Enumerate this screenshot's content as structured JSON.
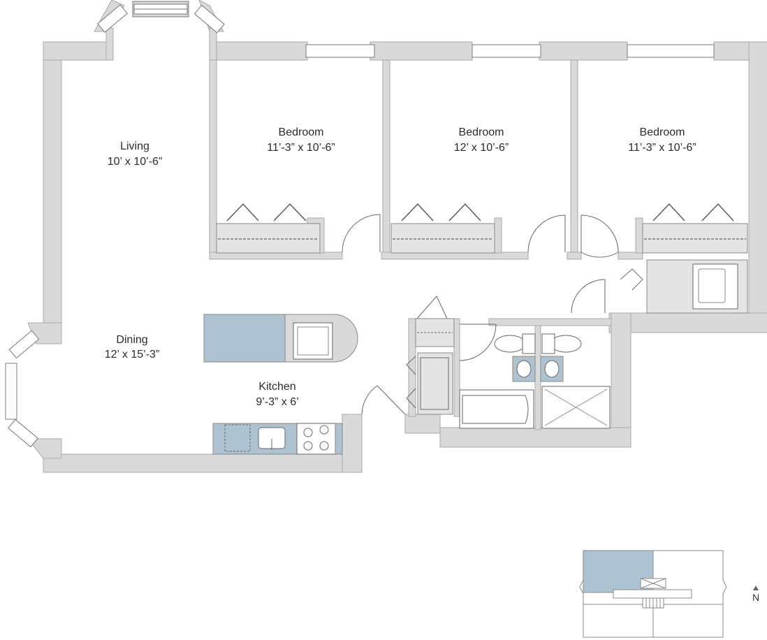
{
  "colors": {
    "wall": "#d9d9d9",
    "wall_edge": "#a9a9a9",
    "fixture_fill": "#e4e4e4",
    "accent_blue": "#aec3d2",
    "line": "#555555"
  },
  "rooms": [
    {
      "id": "living",
      "name": "Living",
      "dims": "10’ x 10’-6”"
    },
    {
      "id": "bedroom-1",
      "name": "Bedroom",
      "dims": "11’-3” x 10’-6”"
    },
    {
      "id": "bedroom-2",
      "name": "Bedroom",
      "dims": "12’ x 10’-6”"
    },
    {
      "id": "bedroom-3",
      "name": "Bedroom",
      "dims": "11’-3” x 10’-6”"
    },
    {
      "id": "dining",
      "name": "Dining",
      "dims": "12’ x 15’-3”"
    },
    {
      "id": "kitchen",
      "name": "Kitchen",
      "dims": "9’-3” x 6’"
    }
  ],
  "key_plan": {
    "north_label": "N",
    "north_icon": "north-arrow-icon"
  }
}
